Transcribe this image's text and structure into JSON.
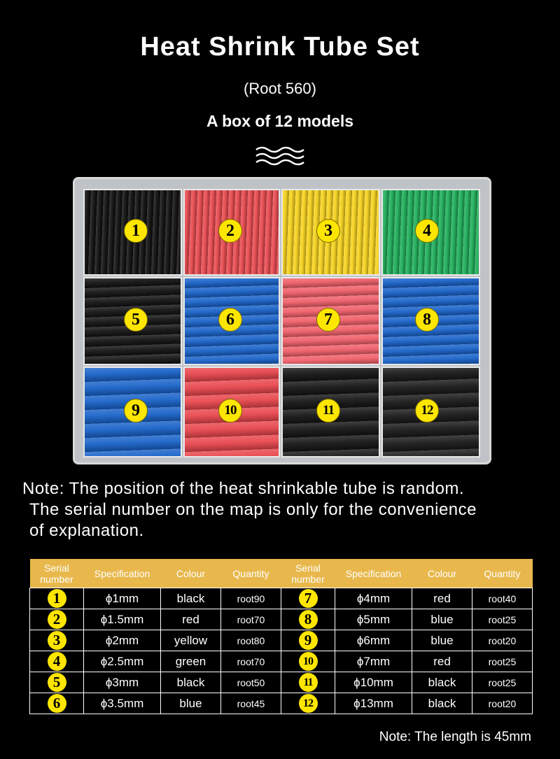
{
  "title": "Heat Shrink Tube Set",
  "subtitle": "(Root 560)",
  "tagline": "A box of 12 models",
  "box": {
    "cells": [
      {
        "num": "1",
        "color": "#101010"
      },
      {
        "num": "2",
        "color": "#e84a4f"
      },
      {
        "num": "3",
        "color": "#f6d21e"
      },
      {
        "num": "4",
        "color": "#1fae5a"
      },
      {
        "num": "5",
        "color": "#141414"
      },
      {
        "num": "6",
        "color": "#1a63c9"
      },
      {
        "num": "7",
        "color": "#f0606a"
      },
      {
        "num": "8",
        "color": "#1a63c9"
      },
      {
        "num": "9",
        "color": "#1a63c9"
      },
      {
        "num": "10",
        "color": "#e8474d"
      },
      {
        "num": "11",
        "color": "#161616"
      },
      {
        "num": "12",
        "color": "#1a1a1a"
      }
    ]
  },
  "note": {
    "line1": "Note: The position of the heat shrinkable tube is random.",
    "line2": "The serial number on the map is only for the convenience",
    "line3": "of explanation."
  },
  "table": {
    "headers": [
      "Serial number",
      "Specification",
      "Colour",
      "Quantity",
      "Serial number",
      "Specification",
      "Colour",
      "Quantity"
    ],
    "rows": [
      {
        "n1": "1",
        "s1": "ϕ1mm",
        "c1": "black",
        "q1": "root90",
        "n2": "7",
        "s2": "ϕ4mm",
        "c2": "red",
        "q2": "root40"
      },
      {
        "n1": "2",
        "s1": "ϕ1.5mm",
        "c1": "red",
        "q1": "root70",
        "n2": "8",
        "s2": "ϕ5mm",
        "c2": "blue",
        "q2": "root25"
      },
      {
        "n1": "3",
        "s1": "ϕ2mm",
        "c1": "yellow",
        "q1": "root80",
        "n2": "9",
        "s2": "ϕ6mm",
        "c2": "blue",
        "q2": "root20"
      },
      {
        "n1": "4",
        "s1": "ϕ2.5mm",
        "c1": "green",
        "q1": "root70",
        "n2": "10",
        "s2": "ϕ7mm",
        "c2": "red",
        "q2": "root25"
      },
      {
        "n1": "5",
        "s1": "ϕ3mm",
        "c1": "black",
        "q1": "root50",
        "n2": "11",
        "s2": "ϕ10mm",
        "c2": "black",
        "q2": "root25"
      },
      {
        "n1": "6",
        "s1": "ϕ3.5mm",
        "c1": "blue",
        "q1": "root45",
        "n2": "12",
        "s2": "ϕ13mm",
        "c2": "black",
        "q2": "root20"
      }
    ]
  },
  "footer": "Note: The length is 45mm"
}
